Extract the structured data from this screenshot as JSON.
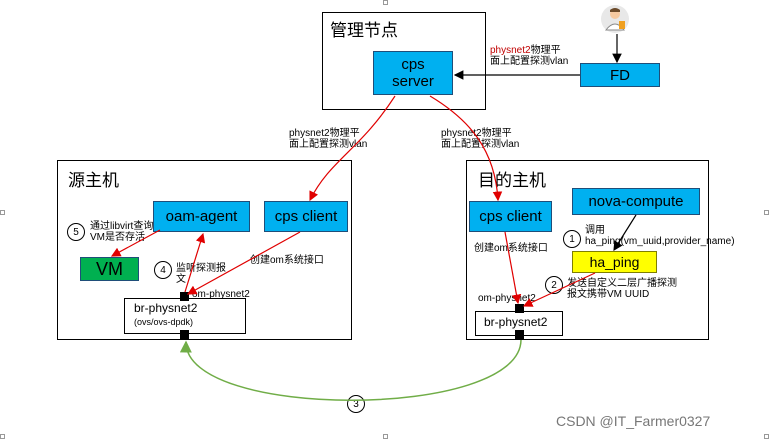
{
  "management_node": {
    "title": "管理节点",
    "cps_server_line1": "cps",
    "cps_server_line2": "server"
  },
  "fd_label": "FD",
  "fd_note": {
    "line1_red": "physnet2",
    "line1_rest": "物理平",
    "line2": "面上配置探测vlan"
  },
  "left_arrow_note": {
    "line1": "physnet2物理平",
    "line2": "面上配置探测vlan"
  },
  "right_arrow_note": {
    "line1": "physnet2物理平",
    "line2": "面上配置探测vlan"
  },
  "source_host": {
    "title": "源主机",
    "oam_agent": "oam-agent",
    "cps_client": "cps client",
    "vm": "VM",
    "step5_num": "5",
    "step5_line1": "通过libvirt查询",
    "step5_line2": "VM是否存活",
    "step4_num": "4",
    "step4_line1": "监听探测报",
    "step4_line2": "文",
    "create_port_note": "创建om系统接口",
    "port_label": "om-physnet2",
    "bridge_title": "br-physnet2",
    "bridge_subtitle": "(ovs/ovs-dpdk)"
  },
  "dest_host": {
    "title": "目的主机",
    "cps_client": "cps client",
    "nova_compute": "nova-compute",
    "create_port_note": "创建om系统接口",
    "step1_num": "1",
    "step1_line1": "调用",
    "step1_line2": "ha_ping(vm_uuid,provider_name)",
    "ha_ping": "ha_ping",
    "step2_num": "2",
    "step2_line1": "发送自定义二层广播探测",
    "step2_line2": "报文携带VM UUID",
    "port_label": "om-physnet2",
    "bridge_title": "br-physnet2"
  },
  "link_step_num": "3",
  "watermark": "CSDN @IT_Farmer0327",
  "colors": {
    "blue_box": "#00b0f0",
    "vm_green": "#00b050",
    "ha_ping_yellow": "#ffff00",
    "arrow_red": "#e00000",
    "arrow_green": "#70ad47"
  },
  "icons": [
    "admin-user-icon"
  ]
}
